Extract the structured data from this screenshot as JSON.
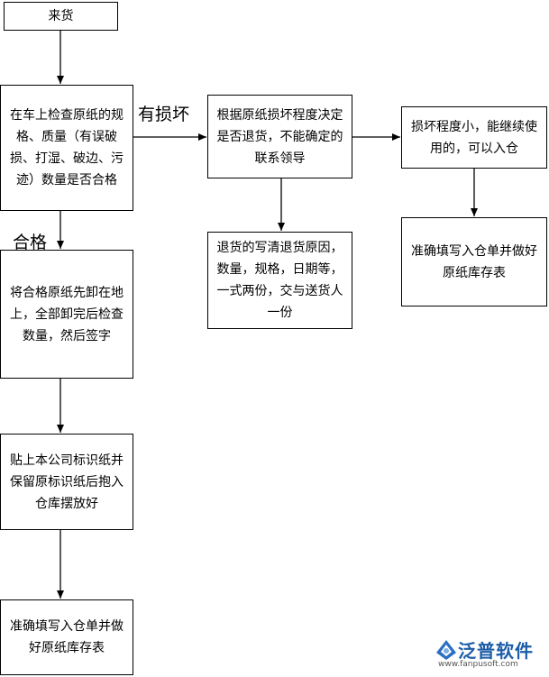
{
  "nodes": {
    "arrival": "来货",
    "inspect": "在车上检查原纸的规格、质量（有误破损、打湿、破边、污迹）数量是否合格",
    "unload": "将合格原纸先卸在地上，全部卸完后检查数量，然后签字",
    "label": "贴上本公司标识纸并保留原标识纸后抱入仓库摆放好",
    "record_left": "准确填写入仓单并做好原纸库存表",
    "decide": "根据原纸损坏程度决定是否退货，不能确定的联系领导",
    "return": "退货的写清退货原因，数量，规格，日期等，一式两份，交与送货人一份",
    "minor": "损坏程度小，能继续使用的，可以入仓",
    "record_right": "准确填写入仓单并做好原纸库存表"
  },
  "edge_labels": {
    "damaged": "有损坏",
    "qualified": "合格"
  },
  "logo": {
    "name": "泛普软件",
    "url": "www.fanpusoft.com",
    "color": "#1d5da8"
  }
}
